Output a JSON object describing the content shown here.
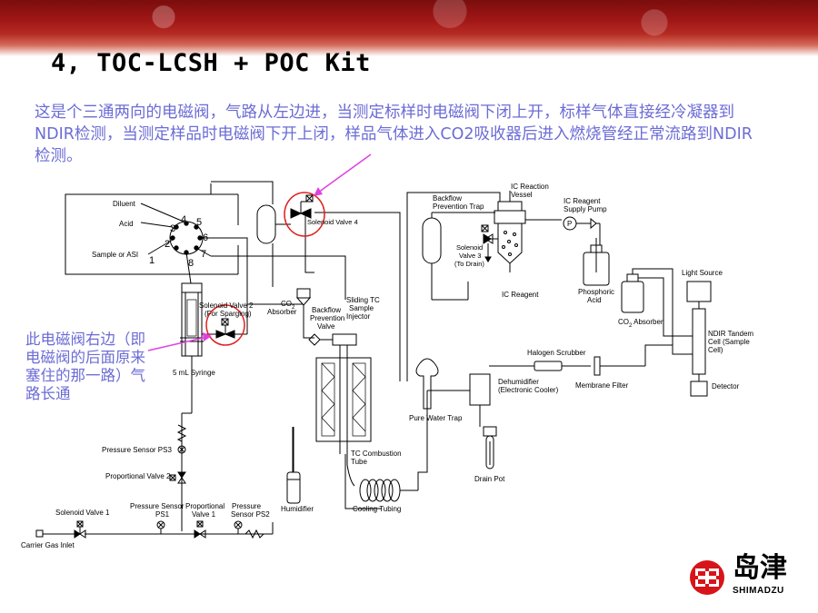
{
  "title": "4, TOC-LCSH + POC Kit",
  "annotations": {
    "top_text": "这是个三通两向的电磁阀，气路从左边进，当测定标样时电磁阀下闭上开，标样气体直接经冷凝器到NDIR检测，当测定样品时电磁阀下开上闭，样品气体进入CO2吸收器后进入燃烧管经正常流路到NDIR检测。",
    "left_text": "此电磁阀右边（即电磁阀的后面原来塞住的那一路）气路长通"
  },
  "diagram": {
    "port_labels": {
      "diluent": "Diluent",
      "acid": "Acid",
      "sample": "Sample or ASI",
      "p1": "1",
      "p2": "2",
      "p3": "3",
      "p4": "4",
      "p5": "5",
      "p6": "6",
      "p7": "7",
      "p8": "8"
    },
    "labels": {
      "solenoid_valve_4": "Solenoid Valve 4",
      "solenoid_valve_2": "Solenoid Valve 2",
      "for_sparging": "(For Sparging)",
      "syringe": "5 mL Syringe",
      "co2_absorber_left_1": "CO",
      "co2_absorber_left_sub": "2",
      "co2_absorber_left_2": "Absorber",
      "backflow_prev_valve_1": "Backflow",
      "backflow_prev_valve_2": "Prevention",
      "backflow_prev_valve_3": "Valve",
      "sliding_tc_1": "Sliding TC",
      "sliding_tc_2": "Sample",
      "sliding_tc_3": "Injector",
      "backflow_trap_1": "Backflow",
      "backflow_trap_2": "Prevention Trap",
      "ic_vessel_1": "IC Reaction",
      "ic_vessel_2": "Vessel",
      "solenoid_valve_3_1": "Solenoid",
      "solenoid_valve_3_2": "Valve 3",
      "solenoid_valve_3_3": "(To Drain)",
      "ic_reagent": "IC Reagent",
      "ic_pump_1": "IC Reagent",
      "ic_pump_2": "Supply Pump",
      "pump_p": "P",
      "phosphoric_1": "Phosphoric",
      "phosphoric_2": "Acid",
      "co2_absorber_right": "CO",
      "co2_absorber_right_sub": "2",
      "co2_absorber_right_2": " Absorber",
      "light_source": "Light Source",
      "ndir_1": "NDIR Tandem",
      "ndir_2": "Cell (Sample",
      "ndir_3": "Cell)",
      "detector": "Detector",
      "halogen": "Halogen Scrubber",
      "membrane": "Membrane Filter",
      "dehumidifier_1": "Dehumidifier",
      "dehumidifier_2": "(Electronic Cooler)",
      "pure_water_trap": "Pure Water Trap",
      "drain_pot": "Drain Pot",
      "tc_tube_1": "TC Combustion",
      "tc_tube_2": "Tube",
      "cooling_tubing": "Cooling Tubing",
      "humidifier": "Humidifier",
      "pressure_sensor_ps3": "Pressure Sensor PS3",
      "proportional_valve_2": "Proportional Valve 2",
      "solenoid_valve_1": "Solenoid Valve 1",
      "pressure_sensor_ps1_1": "Pressure Sensor",
      "pressure_sensor_ps1_2": "PS1",
      "proportional_valve_1_1": "Proportional",
      "proportional_valve_1_2": "Valve 1",
      "pressure_sensor_ps2_1": "Pressure",
      "pressure_sensor_ps2_2": "Sensor PS2",
      "carrier_gas_inlet": "Carrier Gas Inlet"
    }
  },
  "logo": {
    "text_cn": "岛津",
    "text_en": "SHIMADZU",
    "color": "#d7141a"
  },
  "colors": {
    "annotation": "#6c6cd6",
    "arrow": "#e040e0",
    "circle": "#e02020"
  }
}
